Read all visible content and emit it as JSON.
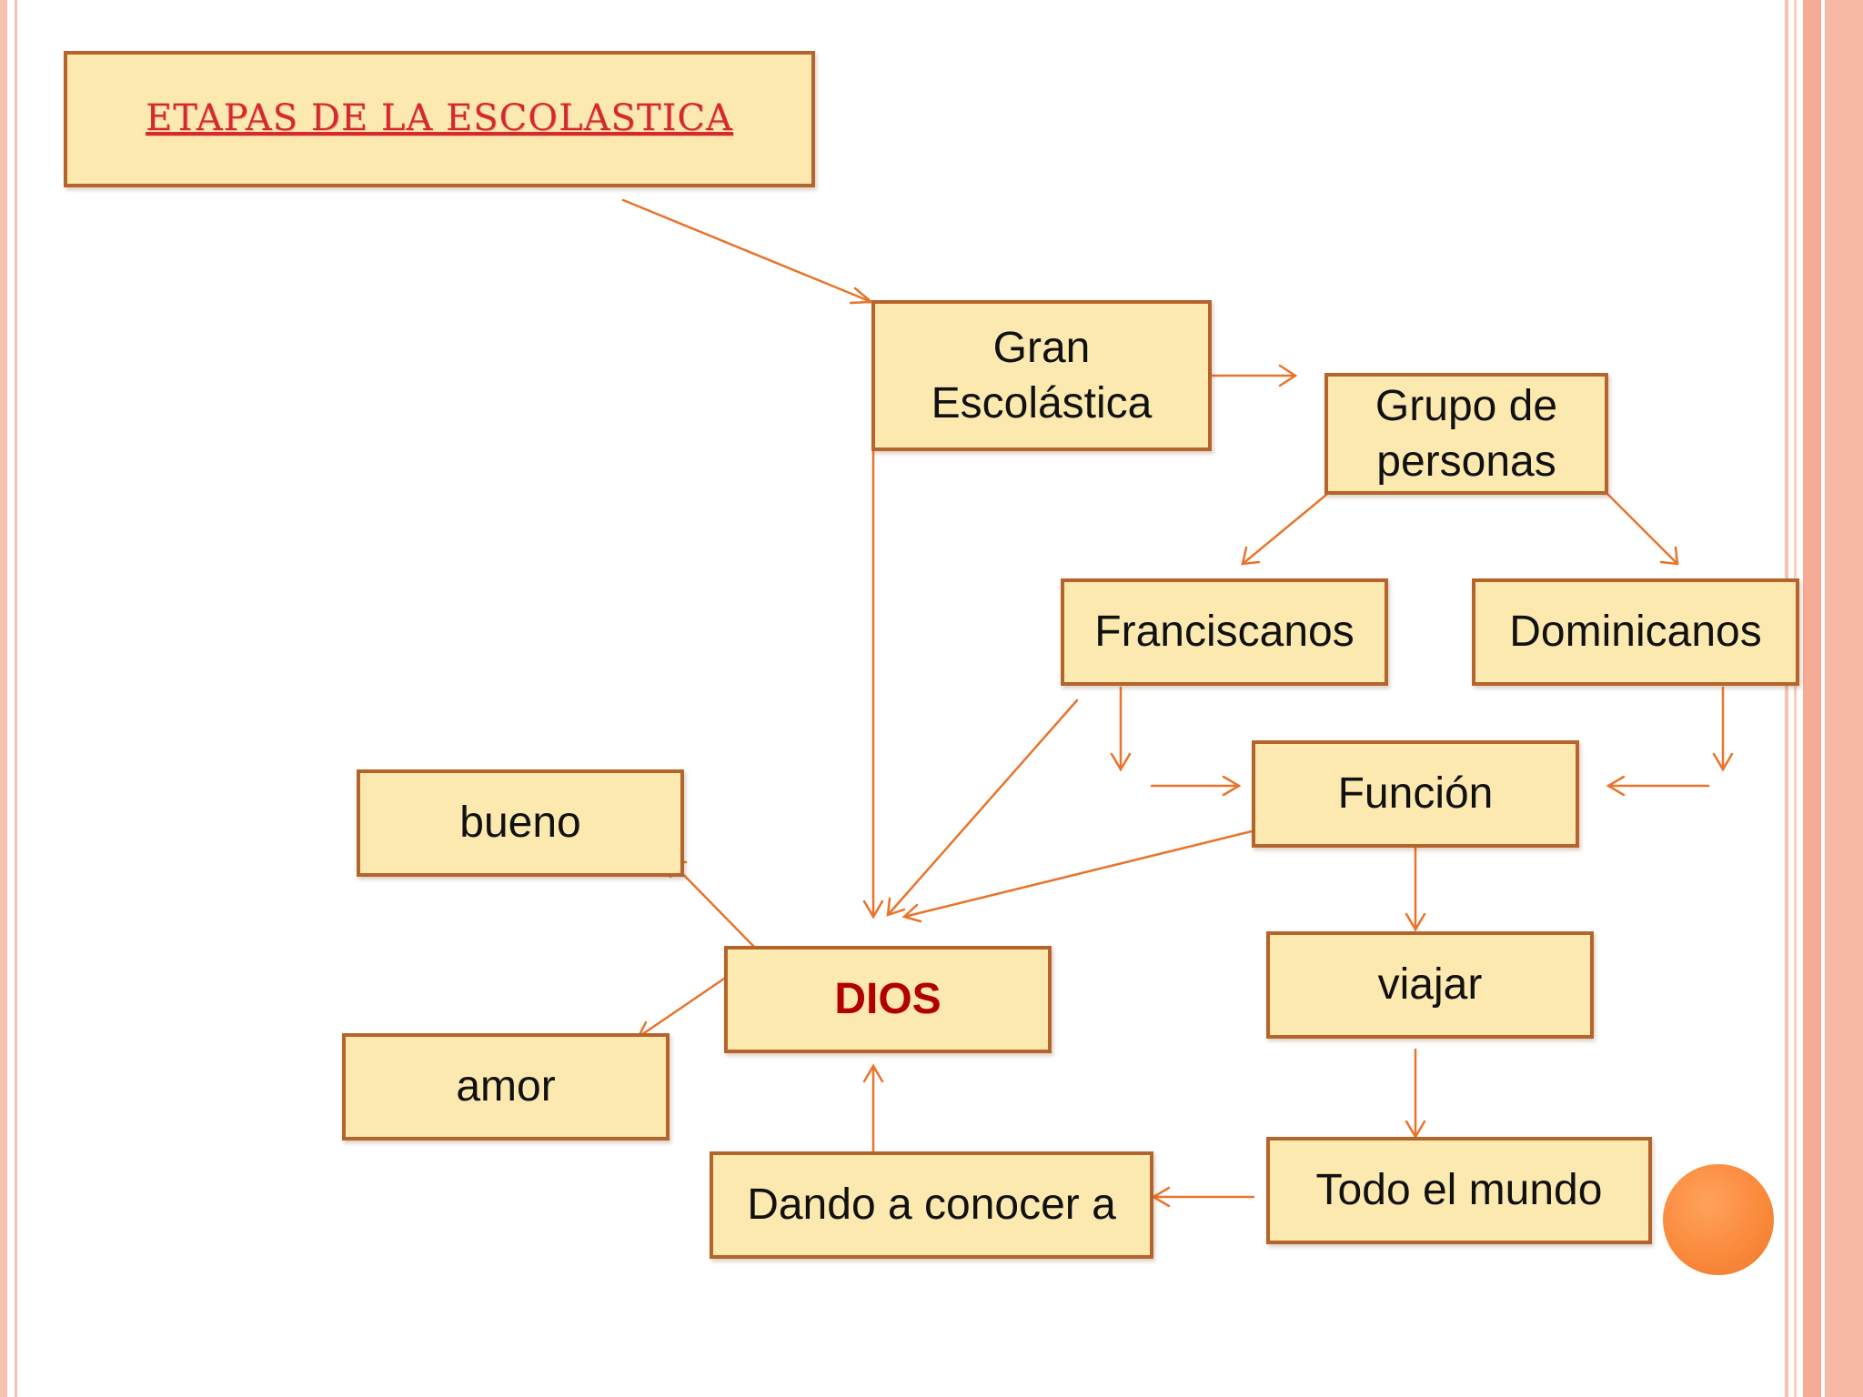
{
  "slide": {
    "title": "ETAPAS DE LA ESCOLASTICA",
    "colors": {
      "box_fill": "#fbe9b0",
      "box_border": "#b5652b",
      "arrow": "#e8742c",
      "title_text": "#d42a2a",
      "dios_text": "#b20000",
      "accent_circle": "#fa8a3c",
      "side_stripe": "#f7b8a4"
    }
  },
  "diagram": {
    "nodes": {
      "gran": "Gran Escolástica",
      "grupo": "Grupo de personas",
      "franciscanos": "Franciscanos",
      "dominicanos": "Dominicanos",
      "funcion": "Función",
      "bueno": "bueno",
      "dios": "DIOS",
      "amor": "amor",
      "viajar": "viajar",
      "todo": "Todo el mundo",
      "dando": "Dando a conocer a"
    }
  }
}
